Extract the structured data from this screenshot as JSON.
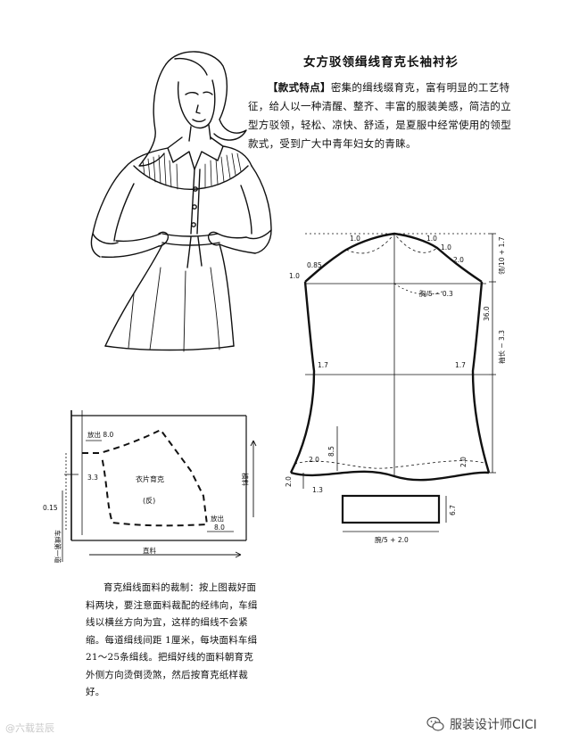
{
  "title": "女方驳领缉线育克长袖衬衫",
  "description": {
    "lead": "【款式特点】",
    "body": "密集的缉线缀育克，富有明显的工艺特征，给人以一种清醒、整齐、丰富的服装美感，简洁的立型方驳领，轻松、凉快、舒适，是夏服中经常使用的领型款式，受到广大中青年妇女的青睐。"
  },
  "instructions": "育克缉线面料的裁制：按上图裁好面料两块，要注意面料裁配的经纬向，车缉线以横丝方向为宜，这样的缉线不会紧缩。每道缉线间距 1厘米，每块面料车缉21～25条缉线。把缉好线的面料朝育克外侧方向烫倒烫煞，然后按育克纸样裁好。",
  "pattern_top": {
    "labels": {
      "shoulder_left": "1.0",
      "shoulder_right": "1.0",
      "neck_right": "1.0",
      "armhole_right": "2.0",
      "armhole_left_a": "0.85",
      "armhole_left_b": "1.0",
      "chest_measure": "胸/5 − 0.3",
      "side_left": "1.7",
      "side_right": "1.7",
      "hem_left_a": "2.0",
      "hem_left_b": "8.5",
      "hem_left_c": "2.0",
      "hem_left_d": "1.3",
      "hem_right": "2.0",
      "dim_shoulder": "领/10 + 1.7",
      "dim_armhole": "36.0",
      "dim_total": "袖长 − 3.3",
      "cuff_height": "6.7",
      "cuff_width": "腕/5 + 2.0"
    }
  },
  "pattern_yoke": {
    "labels": {
      "top_offset": "放出 8.0",
      "bottom_offset": "放出",
      "bottom_value": "8.0",
      "left_value": "3.3",
      "left_small": "0.15",
      "piece_name": "衣片育克",
      "piece_side": "(反)",
      "right_label": "横料",
      "bottom_label": "直料",
      "left_label": "车缉第一道"
    }
  },
  "watermark": {
    "left": "@六载芸辰",
    "right": "服装设计师CICI"
  }
}
